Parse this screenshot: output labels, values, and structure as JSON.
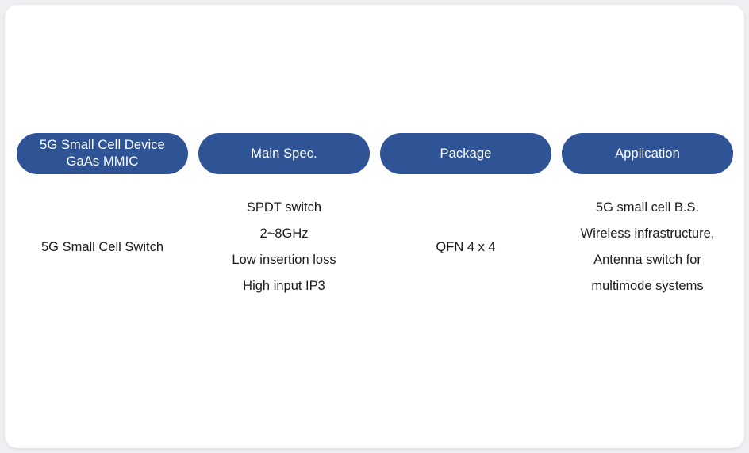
{
  "slide": {
    "background_color": "#ffffff",
    "page_background_color": "#eef0f3",
    "accent_color": "#2f5496",
    "text_color": "#1a1a1a",
    "pill_text_color": "#ffffff"
  },
  "columns": [
    {
      "header": "5G Small Cell Device\nGaAs MMIC",
      "lines": [
        "5G Small Cell Switch"
      ]
    },
    {
      "header": "Main Spec.",
      "lines": [
        "SPDT switch",
        "2~8GHz",
        "Low insertion loss",
        "High input IP3"
      ]
    },
    {
      "header": "Package",
      "lines": [
        "QFN 4 x 4"
      ]
    },
    {
      "header": "Application",
      "lines": [
        "5G small cell B.S.",
        "Wireless infrastructure,",
        "Antenna switch for",
        "multimode systems"
      ]
    }
  ]
}
